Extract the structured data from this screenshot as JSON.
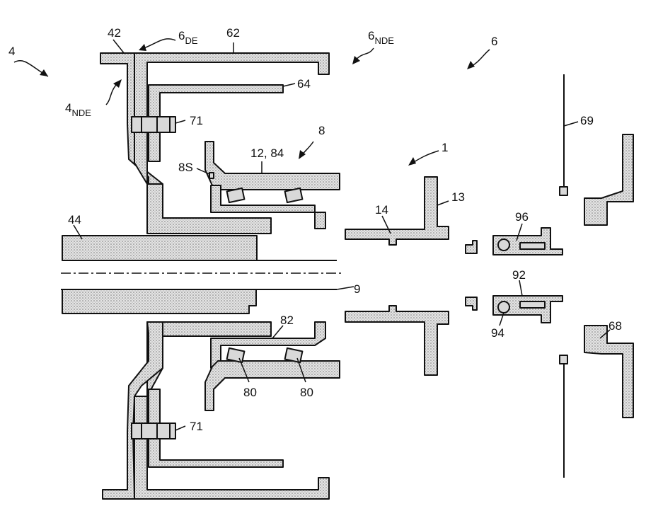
{
  "figure": {
    "labels": {
      "l4": "4",
      "l4nde_main": "4",
      "l4nde_sub": "NDE",
      "l6de_main": "6",
      "l6de_sub": "DE",
      "l6nde_main": "6",
      "l6nde_sub": "NDE",
      "l6": "6",
      "l42": "42",
      "l62": "62",
      "l64": "64",
      "l71_top": "71",
      "l71_bottom": "71",
      "l8": "8",
      "l8s": "8S",
      "l12_84": "12, 84",
      "l1": "1",
      "l13": "13",
      "l14": "14",
      "l44": "44",
      "l9": "9",
      "l82": "82",
      "l80_left": "80",
      "l80_right": "80",
      "l96": "96",
      "l92": "92",
      "l94": "94",
      "l69": "69",
      "l68": "68"
    }
  }
}
